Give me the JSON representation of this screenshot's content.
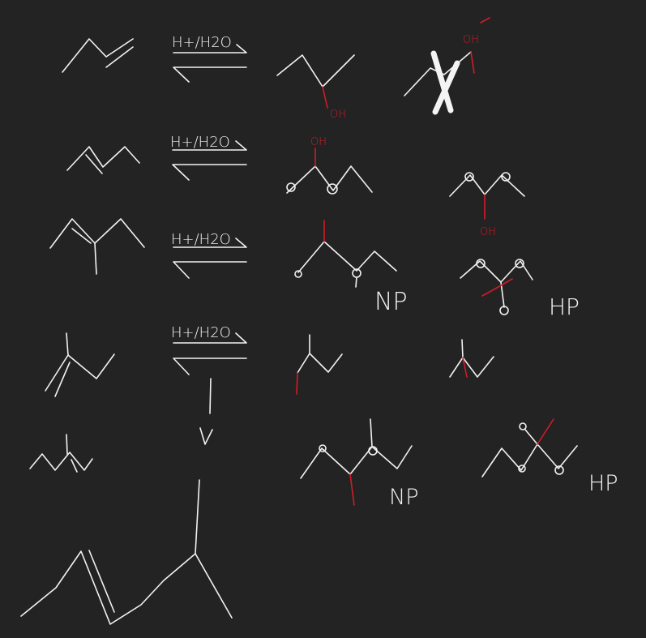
{
  "canvas": {
    "background": "#232323",
    "ink_color": "#f2f2f2",
    "accent_color": "#d01c2a"
  },
  "reaction_rows": [
    {
      "reagent": "H+/H2O"
    },
    {
      "reagent": "H+/H2O"
    },
    {
      "reagent": "H+/H2O"
    },
    {
      "reagent": "H+/H2O"
    }
  ],
  "labels": {
    "oh_row1": "OH",
    "oh_row1_crossed": "OH",
    "oh_row2_top": "OH",
    "oh_row2_bottom": "OH",
    "np_row3": "NP",
    "hp_row3": "HP",
    "np_row5": "NP",
    "hp_row5": "HP"
  },
  "icons": {
    "equilibrium_arrow": "equilibrium-arrow-icon",
    "down_arrow": "down-arrow-icon",
    "cross_mark": "cross-mark-icon"
  }
}
